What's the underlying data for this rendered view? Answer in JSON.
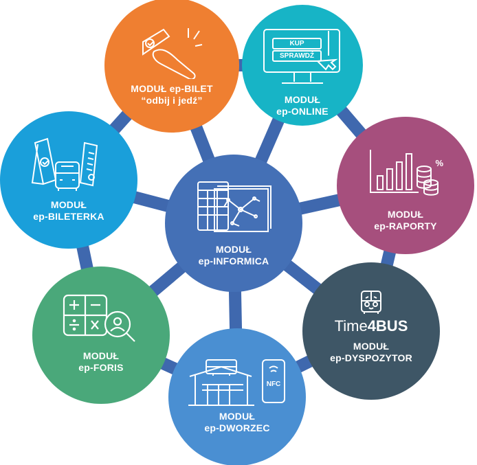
{
  "colors": {
    "connector": "#3f68ae",
    "center": "#4470b6",
    "bilet": "#ef7f31",
    "online": "#17b4c6",
    "raporty": "#a64f7d",
    "dyspozytor": "#3e5666",
    "dworzec": "#4a8fd2",
    "foris": "#4aa87a",
    "bileterka": "#1a9fda"
  },
  "center": {
    "line1": "MODUŁ",
    "line2": "ep-INFORMICA",
    "icon": "network-documents-icon"
  },
  "modules": {
    "bilet": {
      "line1": "MODUŁ ep-BILET",
      "line2": "“odbij i jedź”",
      "icon": "contactless-ticket-icon"
    },
    "online": {
      "line1": "MODUŁ",
      "line2": "ep-ONLINE",
      "icon": "monitor-buy-icon",
      "btn_buy": "KUP",
      "btn_check": "SPRAWDŹ"
    },
    "raporty": {
      "line1": "MODUŁ",
      "line2": "ep-RAPORTY",
      "icon": "bar-chart-coins-icon",
      "percent": "%"
    },
    "dyspozytor": {
      "brand_light": "Time",
      "brand_bold": "4BUS",
      "line1": "MODUŁ",
      "line2": "ep-DYSPOZYTOR",
      "icon": "bus-face-icon"
    },
    "dworzec": {
      "line1": "MODUŁ",
      "line2": "ep-DWORZEC",
      "icon": "station-icon",
      "nfc": "NFC"
    },
    "foris": {
      "line1": "MODUŁ",
      "line2": "ep-FORIS",
      "icon": "calculator-search-icon"
    },
    "bileterka": {
      "line1": "MODUŁ",
      "line2": "ep-BILETERKA",
      "icon": "ticket-machine-bus-icon"
    }
  }
}
